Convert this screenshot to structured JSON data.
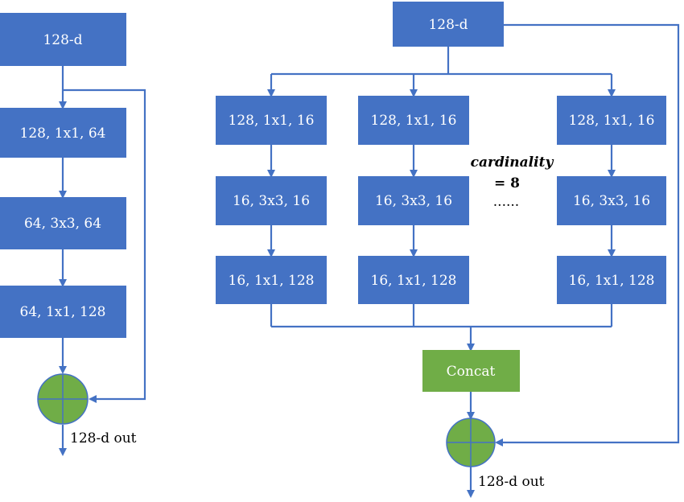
{
  "left_block": {
    "input_label": "128-d",
    "layer1": "128, 1x1, 64",
    "layer2": "64, 3x3, 64",
    "layer3": "64, 1x1, 128",
    "output_label": "128-d out"
  },
  "right_block": {
    "input_label": "128-d",
    "paths": [
      {
        "layer1": "128, 1x1, 16",
        "layer2": "16, 3x3, 16",
        "layer3": "16, 1x1, 128"
      },
      {
        "layer1": "128, 1x1, 16",
        "layer2": "16, 3x3, 16",
        "layer3": "16, 1x1, 128"
      },
      {
        "layer1": "128, 1x1, 16",
        "layer2": "16, 3x3, 16",
        "layer3": "16, 1x1, 128"
      }
    ],
    "cardinality_word": "cardinality",
    "cardinality_value": "= 8",
    "ellipsis": "......",
    "concat_label": "Concat",
    "output_label": "128-d out"
  },
  "colors": {
    "block_blue": "#4472C4",
    "concat_green": "#70AD47",
    "sum_green": "#70AD47"
  }
}
